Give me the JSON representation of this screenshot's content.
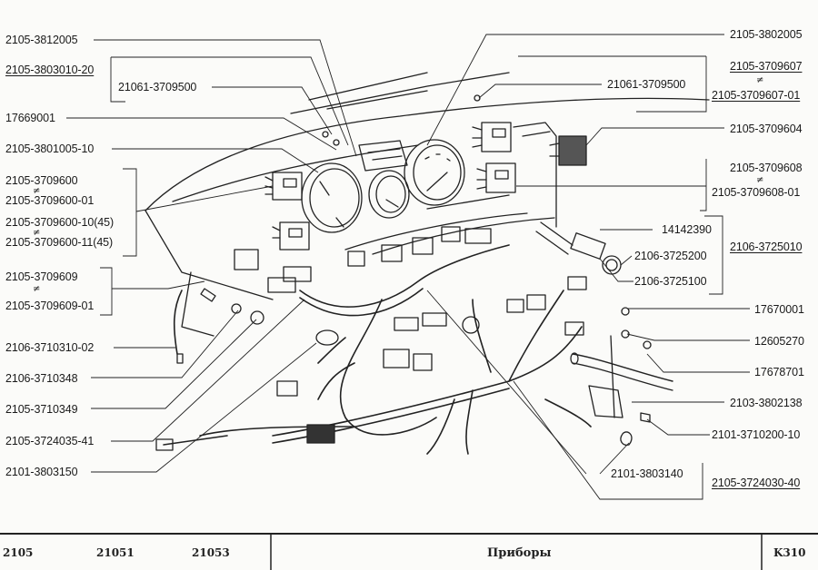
{
  "diagram": {
    "title": "Приборы",
    "page_code": "K310",
    "models": [
      "2105",
      "21051",
      "21053"
    ]
  },
  "labels": {
    "left": {
      "p1": "2105-3812005",
      "p2": "2105-3803010-20",
      "p3": "21061-3709500",
      "p4": "17669001",
      "p5": "2105-3801005-10",
      "p6a": "2105-3709600",
      "p6b": "2105-3709600-01",
      "p6c": "2105-3709600-10(45)",
      "p6d": "2105-3709600-11(45)",
      "p7a": "2105-3709609",
      "p7b": "2105-3709609-01",
      "p8": "2106-3710310-02",
      "p9": "2106-3710348",
      "p10": "2105-3710349",
      "p11": "2105-3724035-41",
      "p12": "2101-3803150"
    },
    "right": {
      "r1": "2105-3802005",
      "r2a": "2105-3709607",
      "r2b": "2105-3709607-01",
      "r3": "21061-3709500",
      "r4": "2105-3709604",
      "r5a": "2105-3709608",
      "r5b": "2105-3709608-01",
      "r6": "14142390",
      "r7": "2106-3725200",
      "r8": "2106-3725100",
      "r9": "2106-3725010",
      "r10": "17670001",
      "r11": "12605270",
      "r12": "17678701",
      "r13": "2103-3802138",
      "r14": "2101-3710200-10",
      "r15": "2101-3803140",
      "r16": "2105-3724030-40"
    },
    "not_equal_symbol": "≠"
  }
}
